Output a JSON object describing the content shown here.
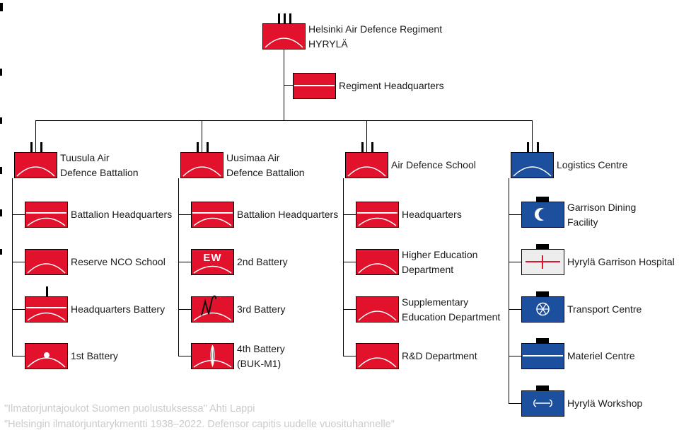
{
  "colors": {
    "unit_red": "#e2122d",
    "unit_blue": "#1d4f9f",
    "hospital_fill": "#ededed",
    "connector": "#000000",
    "footer_text": "#cbcbcb"
  },
  "root": {
    "label_line1": "Helsinki Air Defence Regiment",
    "label_line2": "HYRYLÄ",
    "echelon": "III",
    "icon": "air-defence-arc-icon"
  },
  "regiment_hq": {
    "label": "Regiment Headquarters",
    "icon": "hq-line-icon"
  },
  "columns": [
    {
      "head": {
        "label_line1": "Tuusula Air",
        "label_line2": "Defence Battalion",
        "echelon": "II",
        "color": "red",
        "icon": "air-defence-arc-icon"
      },
      "children": [
        {
          "label_line1": "Battalion Headquarters",
          "icon": "hq-line-icon"
        },
        {
          "label_line1": "Reserve NCO School",
          "icon": "air-defence-arc-icon"
        },
        {
          "label_line1": "Headquarters Battery",
          "echelon": "I",
          "icon": "hq-line-icon"
        },
        {
          "label_line1": "1st Battery",
          "icon": "dot-icon"
        }
      ]
    },
    {
      "head": {
        "label_line1": "Uusimaa Air",
        "label_line2": "Defence Battalion",
        "echelon": "II",
        "color": "red",
        "icon": "air-defence-arc-icon"
      },
      "children": [
        {
          "label_line1": "Battalion Headquarters",
          "icon": "hq-line-icon"
        },
        {
          "label_line1": "2nd Battery",
          "symbol_text": "EW",
          "icon": "ew-text-icon"
        },
        {
          "label_line1": "3rd Battery",
          "icon": "jammer-squiggle-icon"
        },
        {
          "label_line1": "4th Battery",
          "label_line2": "(BUK-M1)",
          "icon": "missile-icon"
        }
      ]
    },
    {
      "head": {
        "label_line1": "Air Defence School",
        "echelon": "II",
        "color": "red",
        "icon": "air-defence-arc-icon"
      },
      "children": [
        {
          "label_line1": "Headquarters",
          "icon": "hq-line-icon"
        },
        {
          "label_line1": "Higher Education",
          "label_line2": "Department",
          "icon": "air-defence-arc-icon"
        },
        {
          "label_line1": "Supplementary",
          "label_line2": "Education Department",
          "icon": "air-defence-arc-icon"
        },
        {
          "label_line1": "R&D Department",
          "icon": "air-defence-arc-icon"
        }
      ]
    },
    {
      "head": {
        "label_line1": "Logistics Centre",
        "echelon": "II",
        "color": "blue",
        "icon": "air-defence-arc-icon"
      },
      "children": [
        {
          "label_line1": "Garrison Dining",
          "label_line2": "Facility",
          "icon": "crescent-icon"
        },
        {
          "label_line1": "Hyrylä Garrison Hospital",
          "icon": "red-cross-icon",
          "variant": "hospital"
        },
        {
          "label_line1": "Transport Centre",
          "icon": "wheel-icon"
        },
        {
          "label_line1": "Materiel Centre",
          "icon": "bar-line-icon"
        },
        {
          "label_line1": "Hyrylä Workshop",
          "icon": "wrench-icon"
        }
      ]
    }
  ],
  "footer": {
    "line1": "\"Ilmatorjuntajoukot Suomen puolustuksessa\"  Ahti Lappi",
    "line2": "\"Helsingin ilmatorjuntarykmentti 1938–2022. Defensor capitis uudelle vuosituhannelle\""
  }
}
